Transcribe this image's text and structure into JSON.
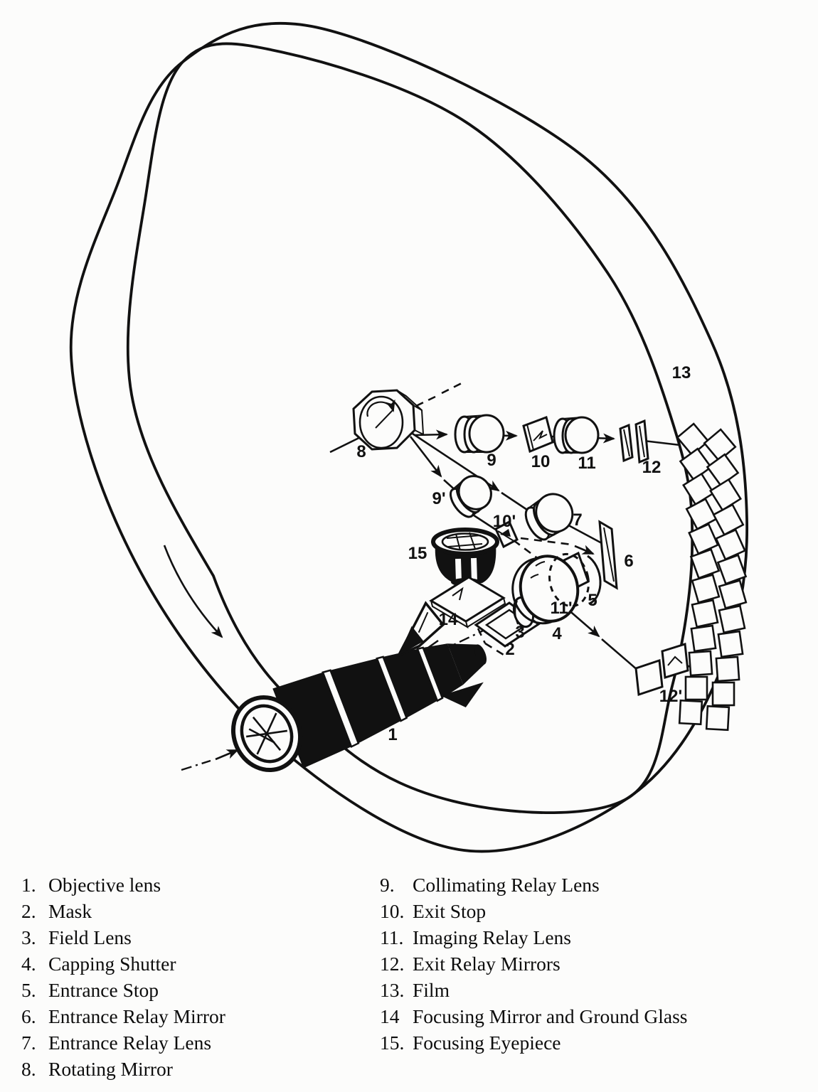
{
  "figure": {
    "description": "Exploded view of a rotating-mirror framing camera optical system inside a rotating film drum",
    "colors": {
      "ink": "#111111",
      "paper": "#fcfcfb"
    },
    "callouts": {
      "c1": "1",
      "c2": "2",
      "c3": "3",
      "c4": "4",
      "c5": "5",
      "c6": "6",
      "c7": "7",
      "c8": "8",
      "c9": "9",
      "c9p": "9'",
      "c10": "10",
      "c10p": "10'",
      "c11": "11",
      "c11p": "11'",
      "c12": "12",
      "c12p": "12'",
      "c13": "13",
      "c14": "14",
      "c15": "15"
    }
  },
  "legend": {
    "left": [
      {
        "num": "1.",
        "label": "Objective lens"
      },
      {
        "num": "2.",
        "label": "Mask"
      },
      {
        "num": "3.",
        "label": "Field Lens"
      },
      {
        "num": "4.",
        "label": "Capping Shutter"
      },
      {
        "num": "5.",
        "label": "Entrance Stop"
      },
      {
        "num": "6.",
        "label": "Entrance Relay Mirror"
      },
      {
        "num": "7.",
        "label": "Entrance Relay Lens"
      },
      {
        "num": "8.",
        "label": "Rotating Mirror"
      }
    ],
    "right": [
      {
        "num": "9.",
        "label": "Collimating Relay Lens"
      },
      {
        "num": "10.",
        "label": "Exit Stop"
      },
      {
        "num": "11.",
        "label": "Imaging Relay Lens"
      },
      {
        "num": "12.",
        "label": "Exit Relay Mirrors"
      },
      {
        "num": "13.",
        "label": "Film"
      },
      {
        "num": "14",
        "label": "Focusing Mirror and Ground Glass"
      },
      {
        "num": "15.",
        "label": "Focusing Eyepiece"
      }
    ]
  }
}
